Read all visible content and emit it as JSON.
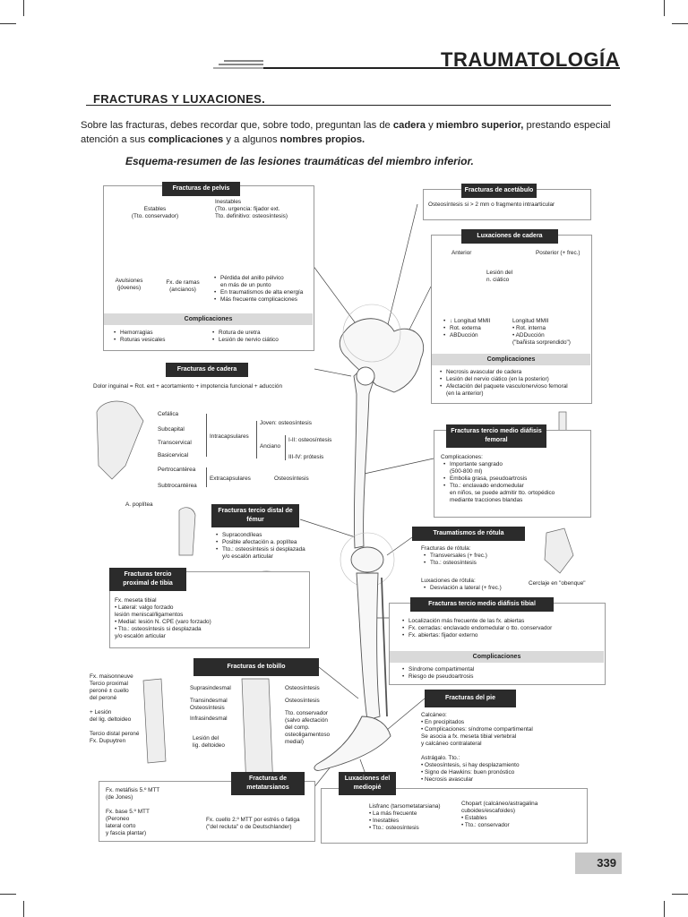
{
  "header": {
    "chapter": "TRAUMATOLOGÍA"
  },
  "section_title": "FRACTURAS Y LUXACIONES.",
  "intro": {
    "p1": "Sobre las fracturas, debes recordar que, sobre todo, preguntan las de ",
    "b1": "cadera",
    "p2": " y ",
    "b2": "miembro superior,",
    "p3": " prestando especial atención a sus ",
    "b3": "complicaciones",
    "p4": " y a algunos ",
    "b4": "nombres propios."
  },
  "schema_title": "Esquema-resumen de las lesiones traumáticas del miembro inferior.",
  "pelvis": {
    "title": "Fracturas de pelvis",
    "stable": "Estables\n(Tto. conservador)",
    "unstable": "Inestables\n(Tto. urgencia: fijador ext.\nTto. definitivo: osteosíntesis)",
    "avulsions": "Avulsiones\n(jóvenes)",
    "rami": "Fx. de ramas\n(ancianos)",
    "points": [
      "Pérdida del anillo pélvico\nen más de un punto",
      "En traumatismos de alta energía",
      "Más frecuente complicaciones"
    ],
    "comp_title": "Complicaciones",
    "comp_left": [
      "Hemorragias",
      "Roturas vesicales"
    ],
    "comp_right": [
      "Rotura de uretra",
      "Lesión de nervio ciático"
    ]
  },
  "acetabulum": {
    "title": "Fracturas de acetábulo",
    "text": "Osteosíntesis si > 2 mm o fragmento intraarticular"
  },
  "hip_lux": {
    "title": "Luxaciones de cadera",
    "anterior": "Anterior",
    "posterior": "Posterior (+ frec.)",
    "lesion": "Lesión del\nn. ciático",
    "ant_list": [
      "↓ Longitud MMII",
      "Rot. externa",
      "ABDucción"
    ],
    "post_list": "Longitud MMII\n• Rot. interna\n• ADDucción\n(\"bañista sorprendido\")",
    "comp_title": "Complicaciones",
    "comp": [
      "Necrosis avascular de cadera",
      "Lesión del nervio ciático (en la posterior)",
      "Afectación del paquete vasculonervioso femoral\n(en la anterior)"
    ]
  },
  "hip_fx": {
    "title": "Fracturas de cadera",
    "pain": "Dolor inguinal = Rot. ext + acortamiento + impotencia funcional + aducción",
    "labels": [
      "Cefálica",
      "Subcapital",
      "Transcervical",
      "Basicervical",
      "Pertrocantérea",
      "Subtrocantérea"
    ],
    "intra": "Intracapsulares",
    "young": "Joven: osteosíntesis",
    "elderly": "Anciano",
    "g12": "I-II: osteosíntesis",
    "g34": "III-IV: prótesis",
    "extra": "Extracapsulares",
    "extra_tx": "Osteosíntesis"
  },
  "femur_shaft": {
    "title": "Fracturas tercio medio\ndiáfisis femoral",
    "comp": "Complicaciones:",
    "items": [
      "Importante sangrado\n(500-800 ml)",
      "Embolia grasa, pseudoartrosis",
      "Tto.: enclavado endomedular\nen niños, se puede admitir tto. ortopédico\nmediante tracciones blandas"
    ]
  },
  "distal_femur": {
    "title": "Fracturas tercio distal\nde fémur",
    "popliteal": "A. poplítea",
    "items": [
      "Supracondíleas",
      "Posible afectación a. poplítea",
      "Tto.: osteosíntesis si desplazada\ny/o escalón articular"
    ]
  },
  "patella": {
    "title": "Traumatismos de rótula",
    "fx": "Fracturas de rótula:",
    "fx_items": [
      "Transversales (+ frec.)",
      "Tto.: osteosíntesis"
    ],
    "lux": "Luxaciones de rótula:",
    "lux_items": [
      "Desviación a lateral (+ frec.)"
    ],
    "cerclage": "Cerclaje en \"obenque\""
  },
  "tibia_prox": {
    "title": "Fracturas tercio\nproximal de tibia",
    "text": "Fx. meseta tibial\n• Lateral: valgo forzado\n        lesión meniscal/ligamentos\n• Medial: lesión N. CPE (varo forzado)\n• Tto.: osteosíntesis si desplazada\n   y/o escalón articular"
  },
  "tibia_mid": {
    "title": "Fracturas tercio medio diáfisis tibial",
    "items": [
      "Localización más frecuente de las fx. abiertas",
      "Fx. cerradas: enclavado endomedular o tto. conservador",
      "Fx. abiertas: fijador externo"
    ],
    "comp_title": "Complicaciones",
    "comp": [
      "Síndrome compartimental",
      "Riesgo de pseudoartrosis"
    ]
  },
  "ankle": {
    "title": "Fracturas de tobillo",
    "left": "Fx. maisonneuve\nTercio proximal\nperoné ± cuello\ndel peroné\n\n+ Lesión\ndel lig. deltoideo\n\nTercio distal peroné\nFx. Dupuytren",
    "supra": "Suprasindesmal",
    "trans": "Transindesmal\nOsteosíntesis",
    "infra": "Infrasindesmal",
    "lesion": "Lesión del\nlig. deltoideo",
    "osteo1": "Osteosíntesis",
    "osteo2": "Osteosíntesis",
    "conserv": "Tto. conservador\n(salvo afectación\ndel comp.\nosteoligamentoso\nmedial)"
  },
  "foot": {
    "title": "Fracturas del pie",
    "text": "Calcáneo:\n• En precipitados\n• Complicaciones: síndrome compartimental\n  Se asocia a fx. meseta tibial vertebral\n  y calcáneo contralateral\n\nAstrágalo. Tto.:\n• Osteosíntesis, si hay desplazamiento\n• Signo de Hawkins: buen pronóstico\n• Necrosis avascular"
  },
  "metatarsal": {
    "title": "Fracturas\nde metatarsianos",
    "jones": "Fx. metáfisis 5.º MTT\n(de Jones)",
    "base": "Fx. base 5.º MTT\n(Peroneo\nlateral corto\ny fascia plantar)",
    "neck": "Fx. cuello 2.º MTT por estrés o fatiga\n(\"del recluta\" o de Deutschlander)"
  },
  "midfoot": {
    "title": "Luxaciones\ndel mediopié",
    "lisfranc": "Lisfranc (tarsometatarsiana)\n• La más frecuente\n• Inestables\n• Tto.: osteosíntesis",
    "chopart": "Chopart (calcáneo/astragalina\ncuboides/escafoides)\n• Estables\n• Tto.: conservador"
  },
  "page_number": "339",
  "colors": {
    "dark_label": "#2b2b2b",
    "grey_band": "#d9d9d9",
    "page_tab": "#c8c8c8"
  }
}
